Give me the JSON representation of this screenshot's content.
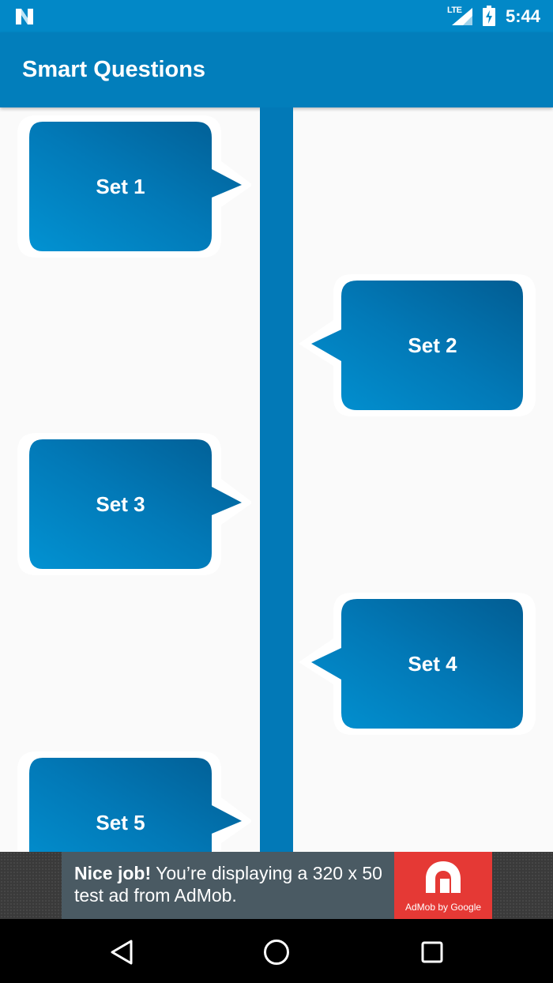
{
  "status_bar": {
    "network": "LTE",
    "time": "5:44"
  },
  "app_bar": {
    "title": "Smart Questions"
  },
  "timeline": {
    "items": [
      {
        "label": "Set 1",
        "side": "left"
      },
      {
        "label": "Set 2",
        "side": "right"
      },
      {
        "label": "Set 3",
        "side": "left"
      },
      {
        "label": "Set 4",
        "side": "right"
      },
      {
        "label": "Set 5",
        "side": "left"
      }
    ]
  },
  "ad": {
    "headline": "Nice job!",
    "body": " You’re displaying a 320 x 50 test ad from AdMob.",
    "brand": "AdMob by Google"
  },
  "colors": {
    "status_bar": "#0288c7",
    "app_bar": "#027ebb",
    "timeline_line": "#0279b7",
    "bubble_dark": "#02629a",
    "bubble_light": "#0290d0",
    "ad_logo": "#e53935"
  },
  "icons": {
    "status": [
      "n-logo-icon",
      "signal-icon",
      "battery-charging-icon"
    ],
    "nav": [
      "back-icon",
      "home-icon",
      "recents-icon"
    ]
  }
}
